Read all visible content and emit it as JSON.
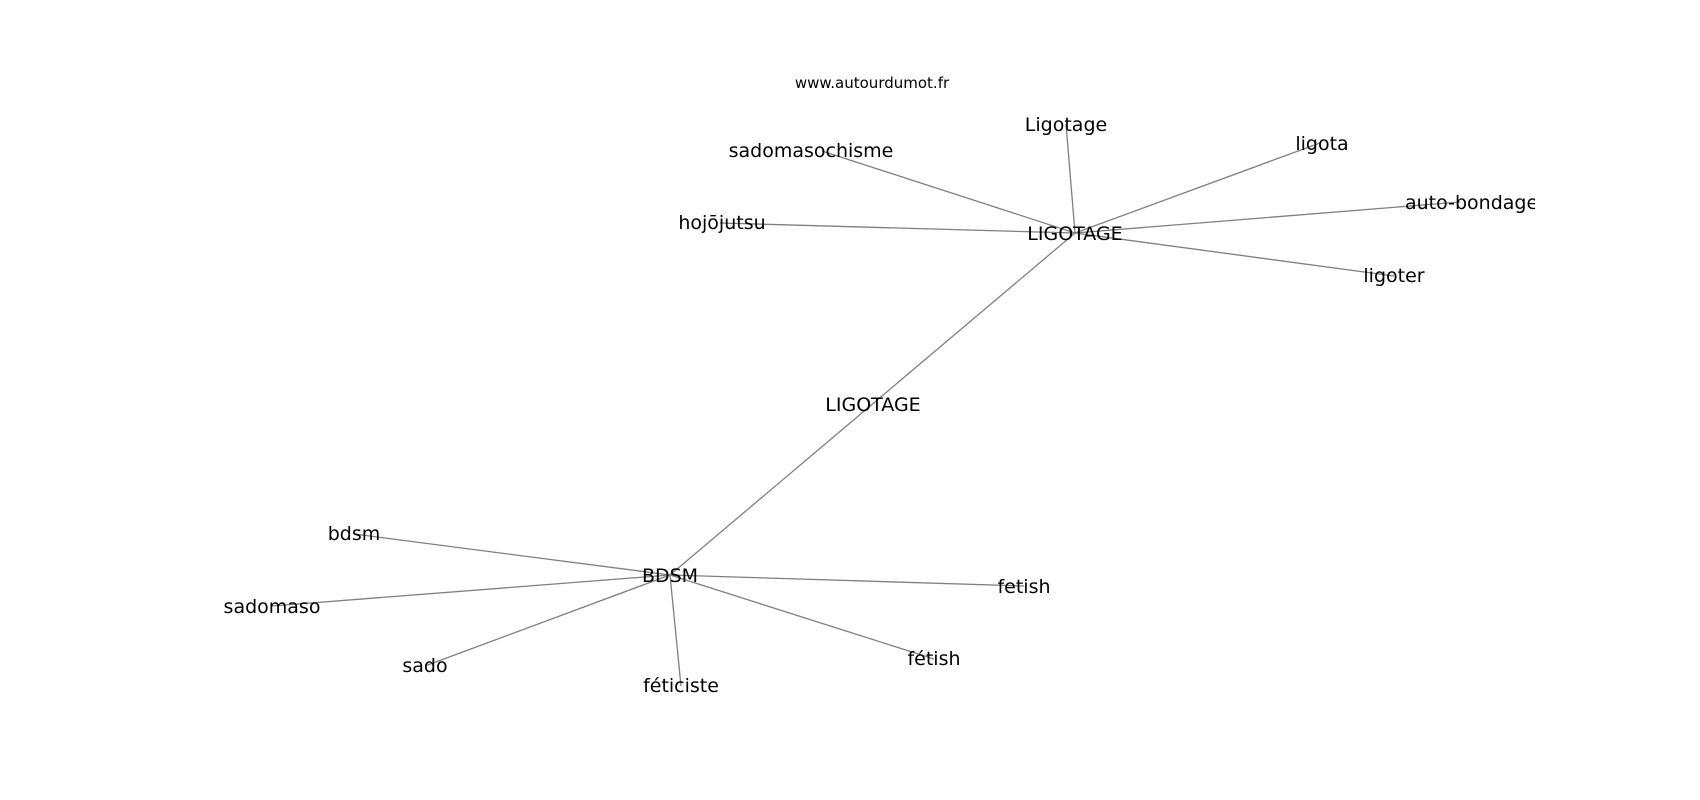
{
  "watermark": "www.autourdumot.fr",
  "center_label": "LIGOTAGE",
  "hubs": [
    {
      "label": "LIGOTAGE",
      "leaves": [
        "Ligotage",
        "sadomasochisme",
        "ligota",
        "auto-bondage",
        "hojōjutsu",
        "ligoter"
      ]
    },
    {
      "label": "BDSM",
      "leaves": [
        "bdsm",
        "sadomaso",
        "sado",
        "féticiste",
        "fétish",
        "fetish"
      ]
    }
  ],
  "colors": {
    "edge": "#7f7f7f",
    "text": "#000000",
    "background": "#ffffff"
  }
}
